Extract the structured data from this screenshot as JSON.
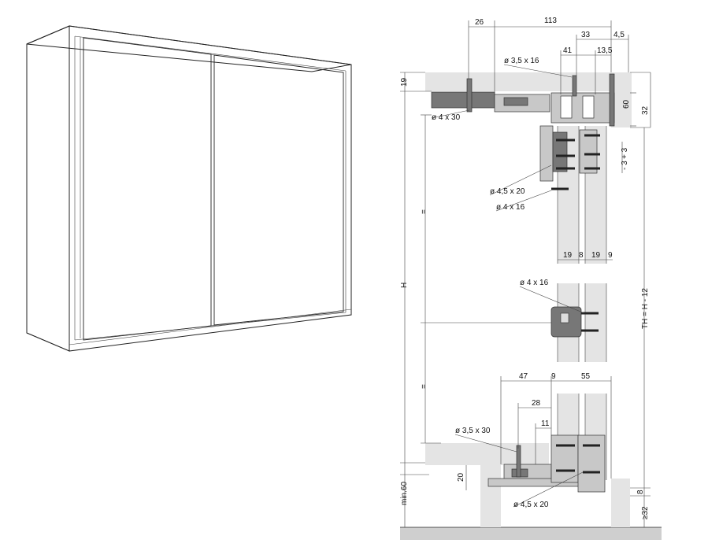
{
  "labels": {
    "d26": "26",
    "d113": "113",
    "d33": "33",
    "d4_5": "4,5",
    "d41": "41",
    "d13_5": "13,5",
    "d19_top": "19",
    "d60": "60",
    "d32_top": "32",
    "d_plus3": "+ 3",
    "d_minus3": "- 3",
    "d19a": "19",
    "d8a": "8",
    "d19b": "19",
    "d9a": "9",
    "d47": "47",
    "d9b": "9",
    "d55": "55",
    "d28": "28",
    "d11": "11",
    "d20": "20",
    "d8b": "8",
    "dmin60": "min.60",
    "dge32": "≥32",
    "dH": "H",
    "dTH": "TH = H - 12",
    "eq1": "=",
    "eq2": "=",
    "screw_3_5x16": "ø 3,5 x 16",
    "screw_4x30": "ø 4 x 30",
    "screw_4_5x20_top": "ø 4,5 x 20",
    "screw_4x16_top": "ø 4 x 16",
    "screw_4x16_mid": "ø 4 x 16",
    "screw_3_5x30": "ø 3,5 x 30",
    "screw_4_5x20_bottom": "ø 4,5 x 20"
  },
  "colors": {
    "panel": "#e4e4e4",
    "hardware": "#c8c8c8",
    "hardware_dark": "#777777",
    "floor": "#cfcfcf"
  }
}
